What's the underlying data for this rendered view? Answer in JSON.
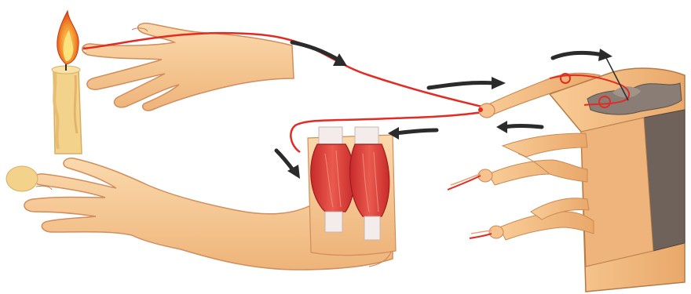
{
  "diagram": {
    "type": "reflex-arc-illustration",
    "elements": [
      {
        "id": "candle",
        "icon": "candle-flame-icon"
      },
      {
        "id": "upper-hand",
        "icon": "hand-icon"
      },
      {
        "id": "sensory-nerve",
        "icon": "nerve-fiber-icon"
      },
      {
        "id": "spinal-cord",
        "icon": "spinal-cord-segment-icon"
      },
      {
        "id": "motor-nerve",
        "icon": "nerve-fiber-icon"
      },
      {
        "id": "biceps-muscle",
        "icon": "muscle-icon"
      },
      {
        "id": "lower-arm",
        "icon": "arm-icon"
      }
    ],
    "arrows": [
      {
        "id": "arrow-sensory-1",
        "direction": "toward-spinal-cord"
      },
      {
        "id": "arrow-sensory-2",
        "direction": "toward-spinal-cord"
      },
      {
        "id": "arrow-cord-top",
        "direction": "right"
      },
      {
        "id": "arrow-motor-1",
        "direction": "toward-muscle"
      },
      {
        "id": "arrow-motor-2",
        "direction": "toward-muscle"
      },
      {
        "id": "arrow-muscle",
        "direction": "down"
      }
    ],
    "colors": {
      "background": "#ffffff",
      "skin": "#f7c894",
      "skin_dark": "#e2a370",
      "nerve": "#e32b24",
      "muscle": "#d83a3a",
      "tendon": "#f4ecea",
      "flame": "#ef6a1e",
      "candle": "#f3d28c",
      "cord_gray": "#7b716b",
      "arrow": "#2b2b2b"
    }
  }
}
